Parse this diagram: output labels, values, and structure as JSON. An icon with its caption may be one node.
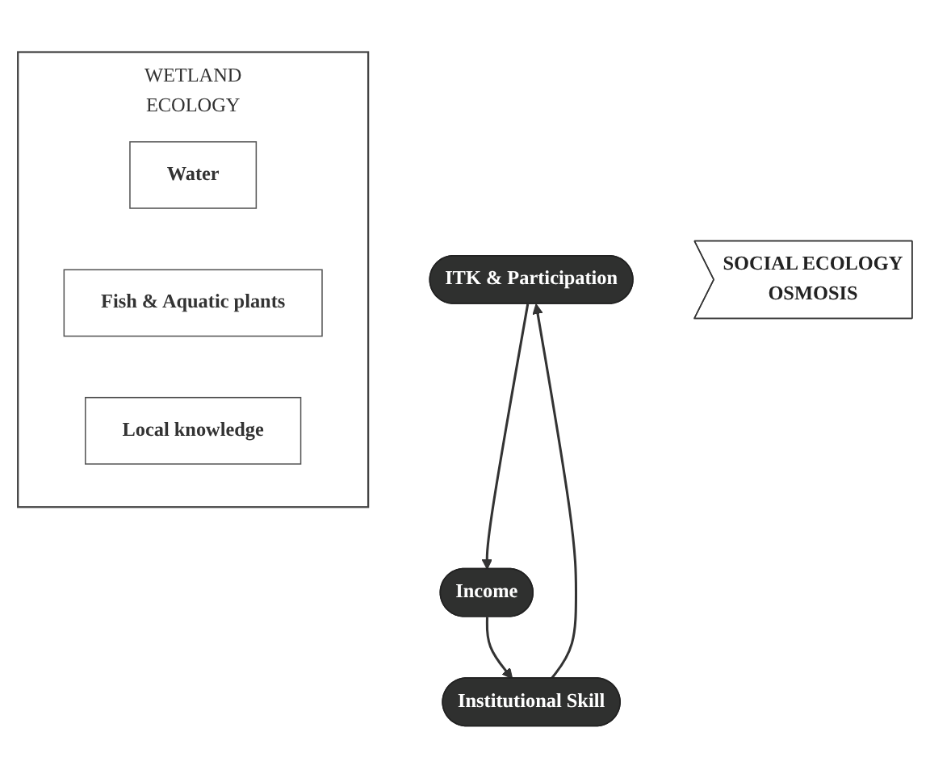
{
  "diagram": {
    "nodes": [
      {
        "text": [
          "ITK & Participation"
        ]
      },
      {
        "text": [
          "WETLAND",
          "ECOLOGY"
        ]
      },
      {
        "text": [
          "Water"
        ],
        "in": 1
      },
      {
        "text": [
          "Fish & Aquatic plants"
        ],
        "in": 1
      },
      {
        "text": [
          "Local knowledge"
        ],
        "in": 1
      },
      {
        "text": [
          "SOCIAL ECOLOGY",
          "OSMOSIS"
        ]
      },
      {
        "text": [
          "Income"
        ]
      },
      {
        "text": [
          "Institutional Skill"
        ]
      }
    ],
    "edges": [
      {
        "from": 0,
        "to": 6,
        "arrow": "to"
      },
      {
        "from": 6,
        "to": 7,
        "arrow": "to"
      },
      {
        "from": 7,
        "to": 0,
        "arrow": "to"
      }
    ]
  }
}
